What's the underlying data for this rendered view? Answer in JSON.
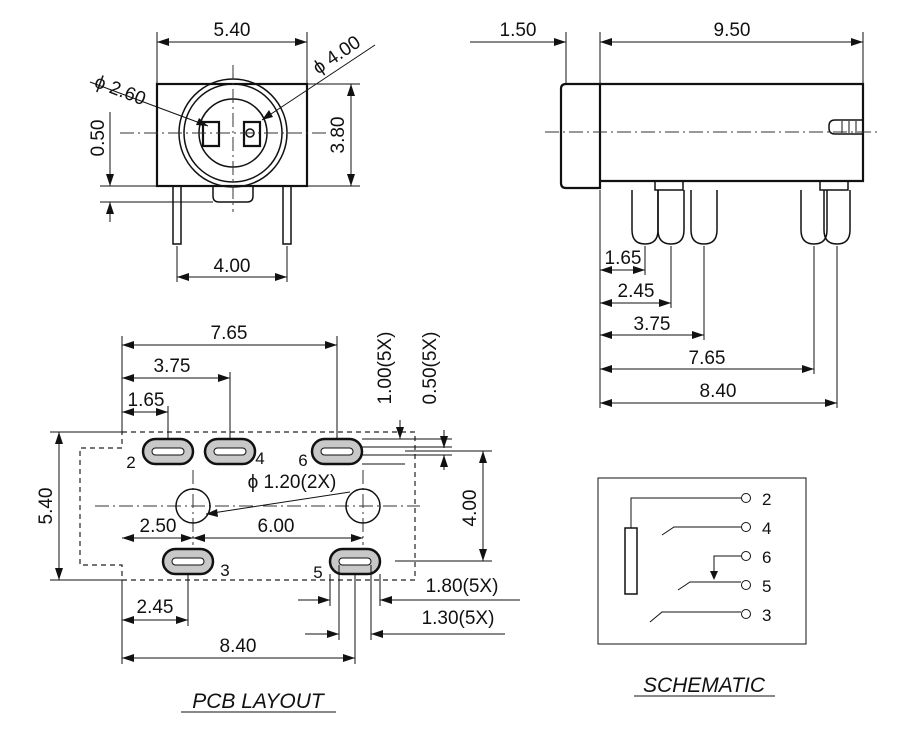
{
  "front_view": {
    "dim_width": "5.40",
    "dim_dia_small": "ϕ 2.60",
    "dim_dia_large": "ϕ 4.00",
    "dim_offset": "0.50",
    "dim_height": "3.80",
    "dim_pin_span": "4.00"
  },
  "side_view": {
    "dim_flange": "1.50",
    "dim_body": "9.50",
    "dim_1": "1.65",
    "dim_2": "2.45",
    "dim_3": "3.75",
    "dim_4": "7.65",
    "dim_5": "8.40"
  },
  "pcb_layout": {
    "title": "PCB LAYOUT",
    "dim_top_765": "7.65",
    "dim_top_375": "3.75",
    "dim_top_165": "1.65",
    "dim_pad_height": "1.00(5X)",
    "dim_pad_width": "0.50(5X)",
    "dim_height_540": "5.40",
    "dim_hole_dia": "ϕ 1.20(2X)",
    "dim_row_spacing": "4.00",
    "dim_250": "2.50",
    "dim_600": "6.00",
    "dim_slot_len": "1.80(5X)",
    "dim_slot_wid": "1.30(5X)",
    "dim_bottom_245": "2.45",
    "dim_bottom_840": "8.40",
    "pads": [
      "2",
      "4",
      "6",
      "3",
      "5"
    ]
  },
  "schematic": {
    "title": "SCHEMATIC",
    "pins": [
      "2",
      "4",
      "6",
      "5",
      "3"
    ]
  }
}
